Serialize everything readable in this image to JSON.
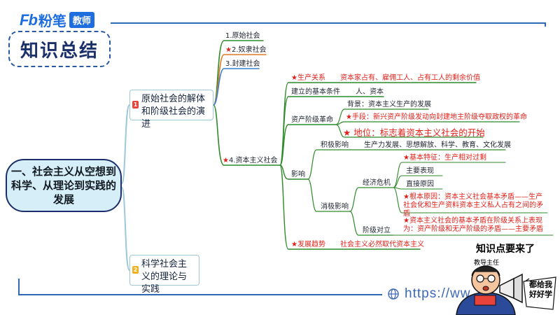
{
  "logo": {
    "fb": "Fb",
    "brand": "粉笔",
    "tag": "教师"
  },
  "title": "知识总结",
  "url": "https://ww",
  "root": "一、社会主义从空想到科学、从理论到实践的发展",
  "branch1": {
    "badge": "1",
    "label": "原始社会的解体和阶级社会的演进",
    "societies": [
      "1.原始社会",
      "2.奴隶社会",
      "3.封建社会"
    ],
    "capitalism": "4.资本主义社会",
    "production_relations": {
      "label": "生产关系",
      "detail": "资本家占有、雇佣工人、占有工人的剩余价值"
    },
    "basic_conditions": {
      "label": "建立的基本条件",
      "detail": "人、资本"
    },
    "revolution": {
      "label": "资产阶级革命",
      "background": "背景：资本主义生产的发展",
      "means": "手段：新兴资产阶级发动向封建地主阶级夺取政权的革命",
      "status": "地位：标志着资本主义社会的开始"
    },
    "influence": {
      "label": "影响",
      "positive": {
        "label": "积极影响",
        "detail": "生产力发展、思想解放、科学、教育、文化发展"
      },
      "negative": {
        "label": "消极影响",
        "crisis": {
          "label": "经济危机",
          "feature": "基本特征：生产相对过剩",
          "manifest": "主要表现",
          "direct": "直接原因",
          "root_cause": "根本原因：资本主义社会基本矛盾——生产社会化和生产资料资本主义私人占有之间的矛盾"
        },
        "class_conflict": {
          "label": "阶级对立",
          "detail": "资本主义社会的基本矛盾在阶级关系上表现为：资产阶级和无产阶级的矛盾——主要矛盾"
        }
      }
    },
    "trend": {
      "label": "发展趋势",
      "detail": "社会主义必然取代资本主义"
    }
  },
  "branch2": {
    "badge": "2",
    "label": "科学社会主义的理论与实践"
  },
  "teacher": {
    "headline": "知识点要来了",
    "role": "教导主任",
    "speech": "都给我好好学"
  },
  "colors": {
    "brand_blue": "#1e6ee0",
    "line_green": "#2f8a2a",
    "accent_red": "#e02018",
    "root_fill": "#d6eef7"
  }
}
